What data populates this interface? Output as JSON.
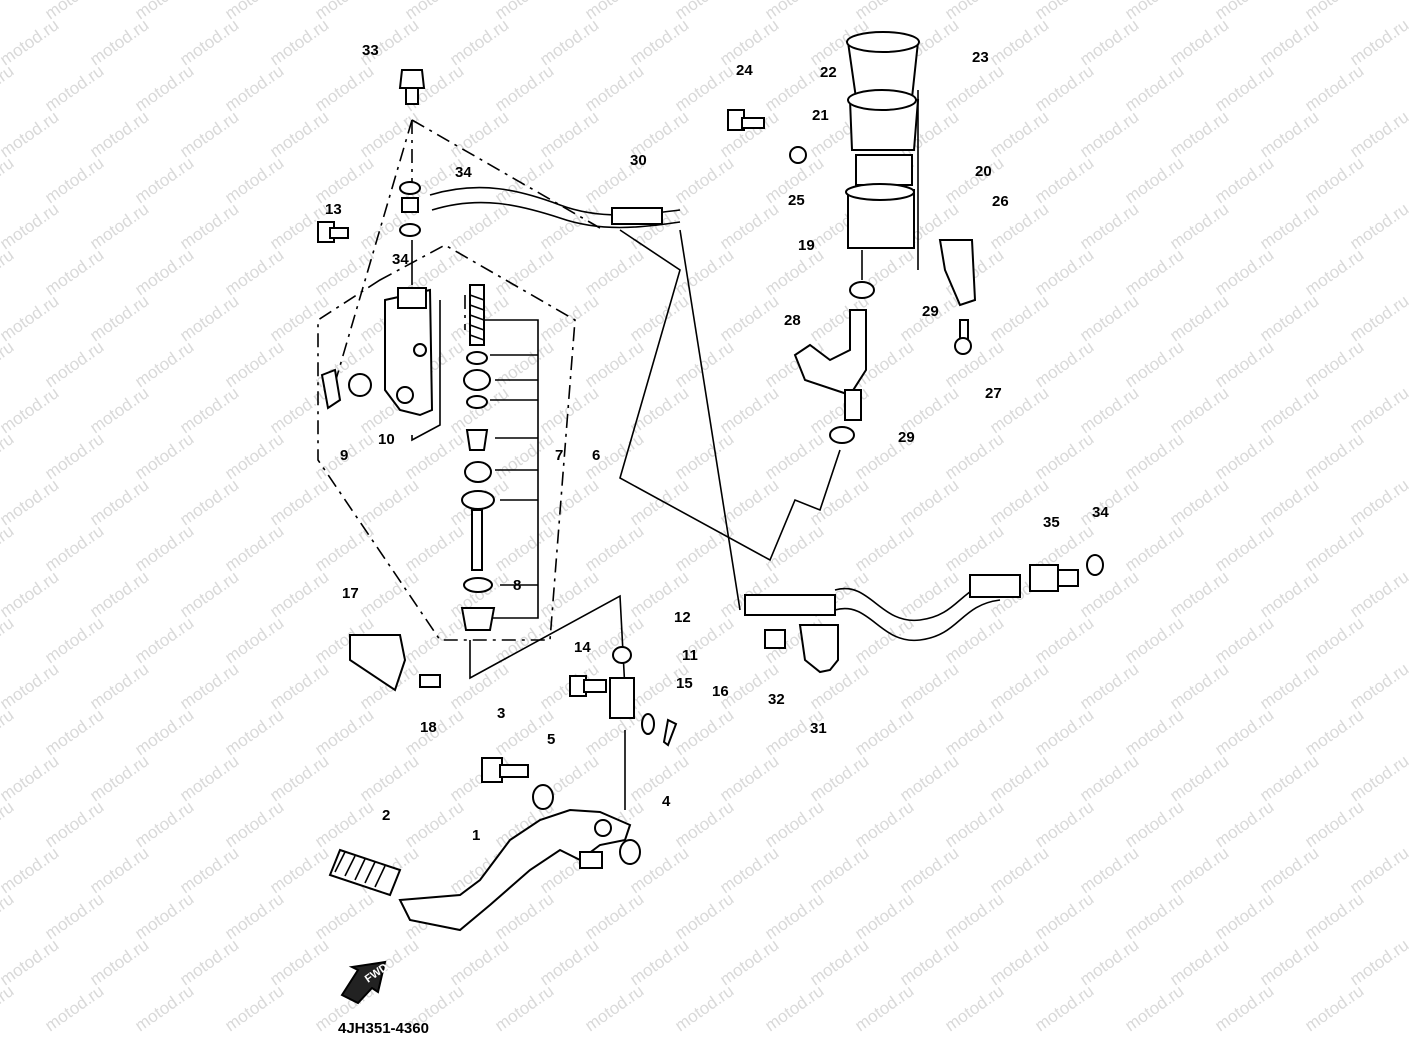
{
  "watermark": "motod.ru",
  "diagram_code": "4JH351-4360",
  "forward_arrow_text": "FWD",
  "part_labels": [
    "1",
    "2",
    "3",
    "4",
    "5",
    "6",
    "7",
    "8",
    "9",
    "10",
    "11",
    "12",
    "13",
    "14",
    "15",
    "16",
    "17",
    "18",
    "19",
    "20",
    "21",
    "22",
    "23",
    "24",
    "25",
    "26",
    "27",
    "28",
    "29",
    "29",
    "30",
    "31",
    "32",
    "33",
    "34",
    "34",
    "34",
    "35"
  ]
}
